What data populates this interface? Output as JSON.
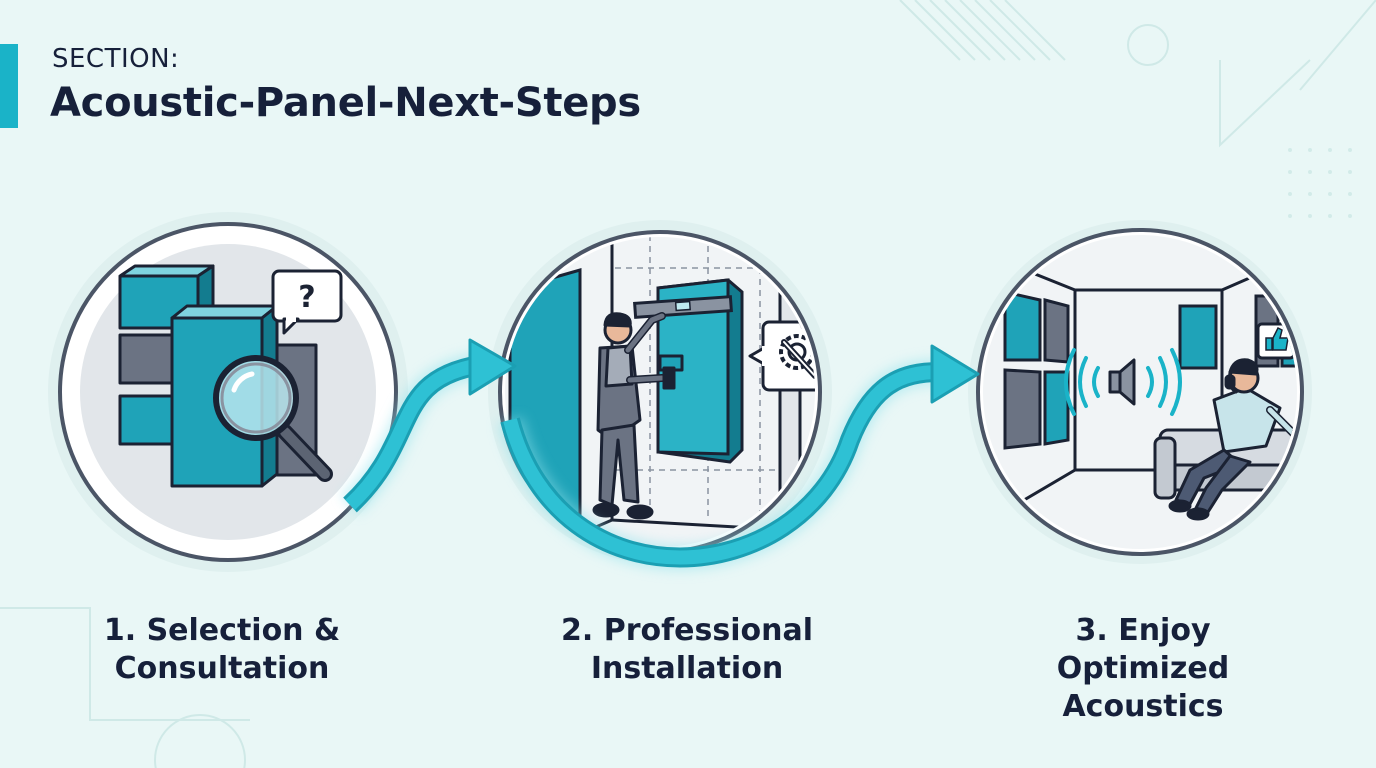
{
  "header": {
    "section_label": "SECTION:",
    "title": "Acoustic-Panel-Next-Steps"
  },
  "steps": [
    {
      "line1": "1. Selection &",
      "line2": "Consultation",
      "icon": "magnifier-icon"
    },
    {
      "line1": "2. Professional",
      "line2": "Installation",
      "icon": "wrench-gear-icon"
    },
    {
      "line1": "3. Enjoy Optimized",
      "line2": "Acoustics",
      "icon": "speaker-icon"
    }
  ],
  "badges": {
    "question_mark": "?"
  },
  "colors": {
    "background": "#e9f7f6",
    "accent": "#1ab3c8",
    "panel_teal": "#1fa3b8",
    "panel_gray": "#6b7383",
    "ink": "#16203a"
  }
}
